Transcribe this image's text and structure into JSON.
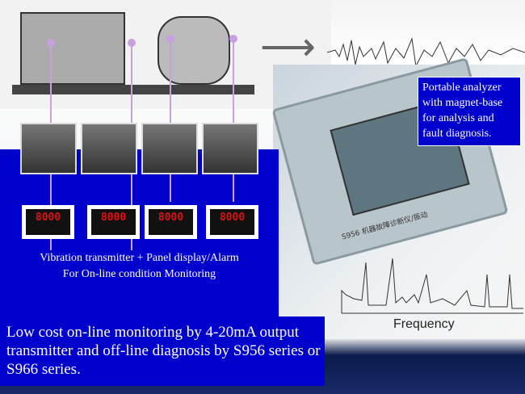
{
  "callout": {
    "text": "Portable analyzer with magnet-base for analysis and fault diagnosis."
  },
  "captions": {
    "line1": "Vibration transmitter + Panel display/Alarm",
    "line2": "For On-line condition Monitoring"
  },
  "panel_displays": [
    "8000",
    "8000",
    "8000",
    "8000"
  ],
  "device_label": "S956 机器故障诊断仪/振动",
  "spectrum": {
    "xlabel": "Frequency"
  },
  "bottom_text": "Low cost on-line monitoring by 4-20mA output transmitter and off-line diagnosis by S956 series or S966 series.",
  "colors": {
    "slide_blue": "#0000cc",
    "wire": "#c8a0e0",
    "led": "#e01010"
  }
}
